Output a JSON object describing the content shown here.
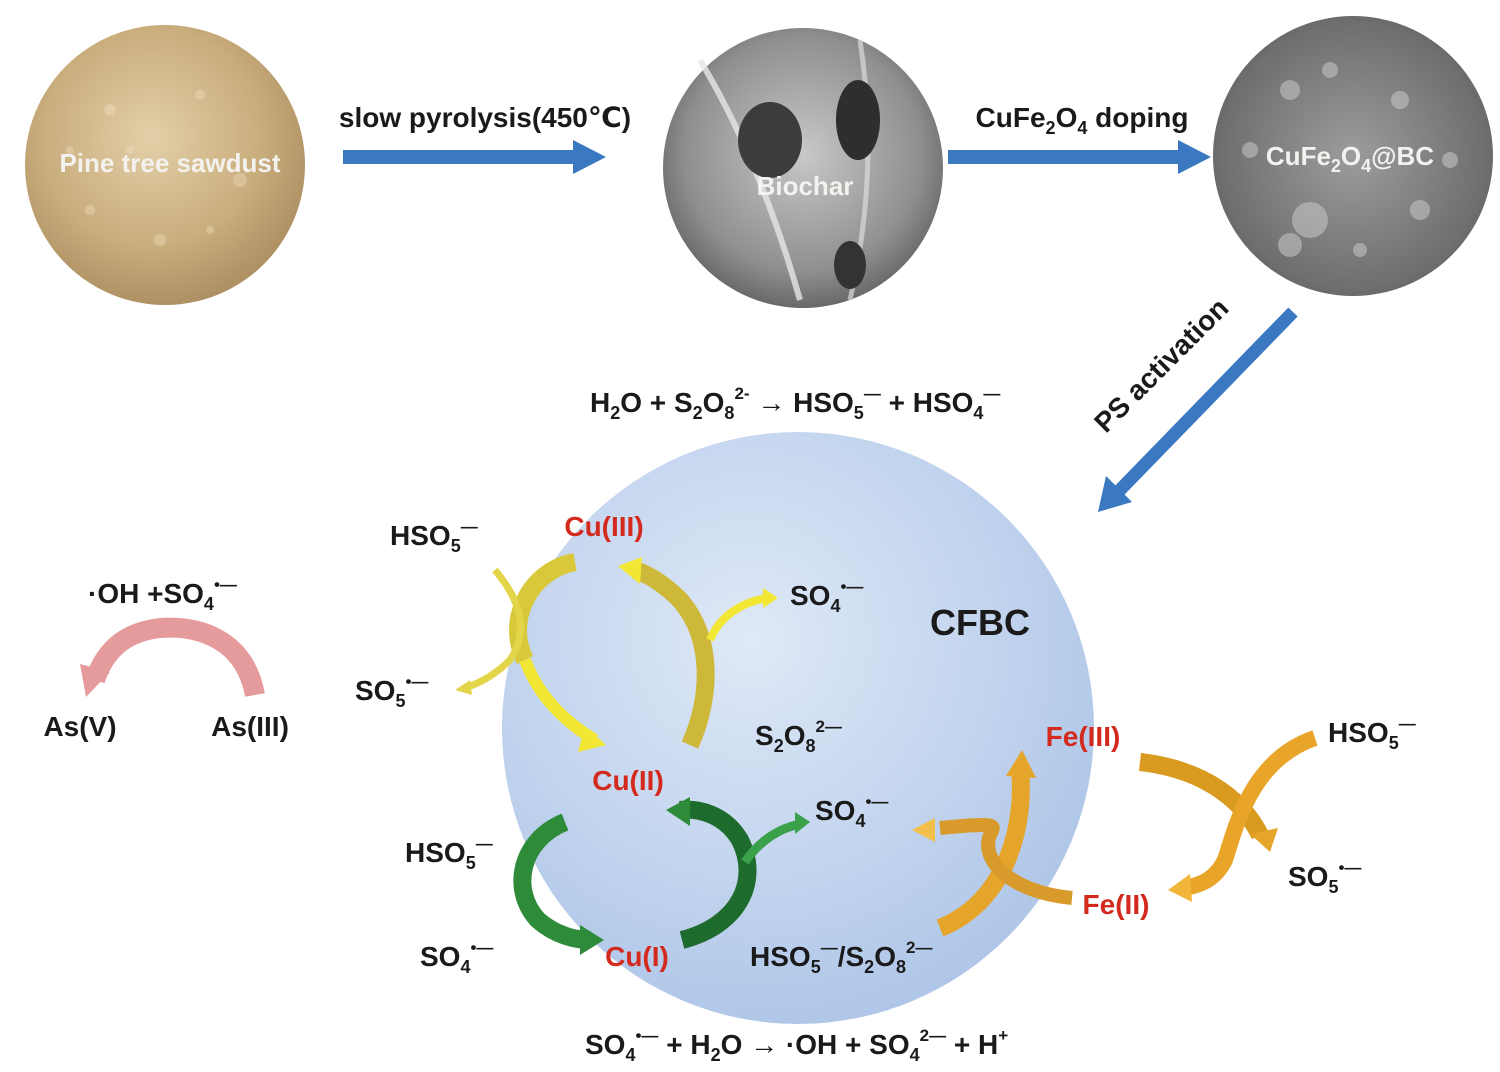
{
  "photos": {
    "sawdust": "Pine tree sawdust",
    "biochar": "Biochar",
    "composite": {
      "base": "CuFe",
      "s1": "2",
      "mid": "O",
      "s2": "4",
      "end": "@BC"
    }
  },
  "steps": {
    "pyrolysis": "slow pyrolysis(450℃)",
    "doping": {
      "base": "CuFe",
      "s1": "2",
      "mid": "O",
      "s2": "4",
      "end": " doping"
    },
    "activation": "PS activation"
  },
  "center_label": "CFBC",
  "metals": {
    "cu3": "Cu(III)",
    "cu2": "Cu(II)",
    "cu1": "Cu(I)",
    "fe3": "Fe(III)",
    "fe2": "Fe(II)"
  },
  "arsenic": {
    "left": "As(V)",
    "right": "As(III)",
    "top_a": "·OH +SO",
    "top_sub": "4",
    "top_sup": "•—"
  },
  "species": {
    "hso5": "HSO",
    "so4": "SO",
    "so5": "SO",
    "s": "S",
    "o": "O",
    "sub4": "4",
    "sub5": "5",
    "sub2": "2",
    "sub8": "8",
    "minus": "—",
    "rad": "•—",
    "two_minus": "2—",
    "slash": "/"
  },
  "equations": {
    "top": {
      "a": "H",
      "a_sub": "2",
      "b": "O + S",
      "b_sub1": "2",
      "c": "O",
      "c_sub": "8",
      "c_sup": "2-",
      "d": " → HSO",
      "d_sub": "5",
      "d_sup": "—",
      "e": " + HSO",
      "e_sub": "4",
      "e_sup": "—"
    },
    "bottom": {
      "a": "SO",
      "a_sub": "4",
      "a_sup": "•—",
      "b": " + H",
      "b_sub": "2",
      "c": "O → ·OH + SO",
      "c_sub": "4",
      "c_sup": "2—",
      "d": " + H",
      "d_sup": "+"
    }
  },
  "colors": {
    "arrow_blue": "#3a78c2",
    "circle": "#b9cfec",
    "cu_cycle_yellow": "#e8d62a",
    "cu_cycle_green": "#2e8b3a",
    "fe_cycle_orange": "#e5a52a",
    "as_arrow": "#e59b9b",
    "metal_label": "#d42a1e"
  }
}
